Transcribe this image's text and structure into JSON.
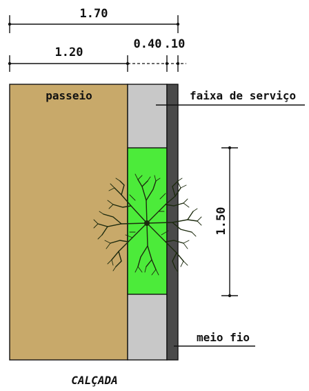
{
  "dimensions": {
    "total_width": "1.70",
    "walkway_width": "1.20",
    "service_strip_width": "0.40",
    "curb_width": ".10",
    "planter_length": "1.50"
  },
  "labels": {
    "walkway": "passeio",
    "service_strip": "faixa de serviço",
    "curb": "meio fio",
    "caption": "CALÇADA"
  },
  "colors": {
    "walkway": "#C8A96A",
    "service_strip": "#C8C8C8",
    "planter": "#4CEB3A",
    "curb": "#4A4A4A",
    "tree": "#1C2A0E"
  }
}
